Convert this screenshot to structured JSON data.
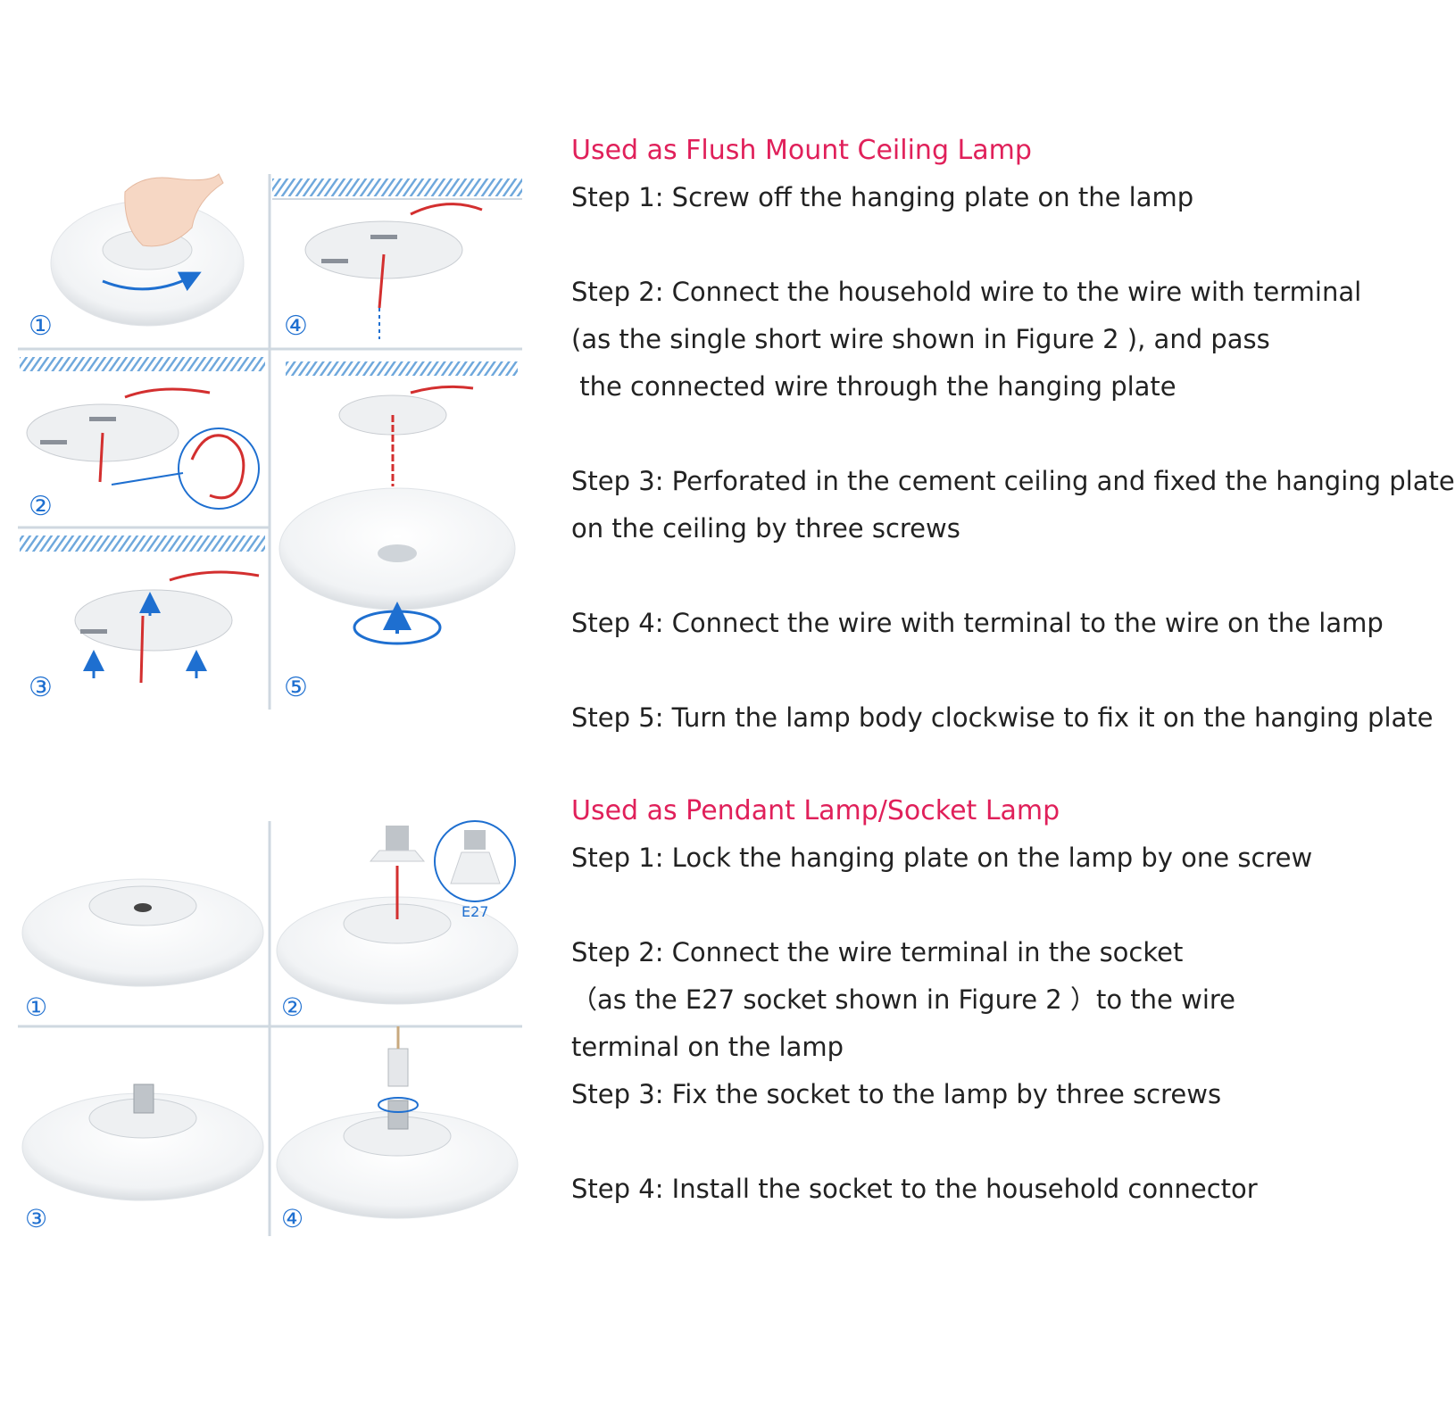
{
  "colors": {
    "heading": "#e0205a",
    "text": "#222222",
    "wire": "#d32f2f",
    "arrow": "#1e6fd0",
    "hatch": "#6fa8dc",
    "panel_line": "#cfd8e0"
  },
  "flush": {
    "title": "Used as Flush Mount Ceiling Lamp",
    "steps": [
      {
        "lines": [
          "Step 1: Screw off the hanging plate on the lamp"
        ]
      },
      {
        "lines": [
          "Step 2: Connect the household wire to the wire with terminal",
          "(as the single short wire shown in Figure 2 ), and pass",
          " the connected wire through the hanging plate"
        ]
      },
      {
        "lines": [
          "Step 3: Perforated in the cement ceiling and fixed the hanging plate",
          "on the ceiling by three screws"
        ]
      },
      {
        "lines": [
          "Step 4: Connect the wire with terminal to the wire on the lamp"
        ]
      },
      {
        "lines": [
          "Step 5: Turn the lamp body clockwise to fix it on the hanging plate"
        ]
      }
    ],
    "figure": {
      "numbers": [
        "①",
        "②",
        "③",
        "④",
        "⑤"
      ]
    }
  },
  "pendant": {
    "title": "Used as Pendant Lamp/Socket Lamp",
    "steps": [
      {
        "lines": [
          "Step 1: Lock the hanging plate on the lamp by one screw"
        ]
      },
      {
        "lines": [
          "Step 2: Connect the wire terminal in the socket",
          "（as the E27 socket shown in Figure 2 ）to the wire",
          "terminal on the lamp"
        ]
      },
      {
        "lines": [
          "Step 3: Fix the socket to the lamp by three screws"
        ]
      },
      {
        "lines": [
          "Step 4: Install the socket to the household connector"
        ]
      }
    ],
    "figure": {
      "numbers": [
        "①",
        "②",
        "③",
        "④"
      ],
      "socket_label": "E27"
    }
  }
}
